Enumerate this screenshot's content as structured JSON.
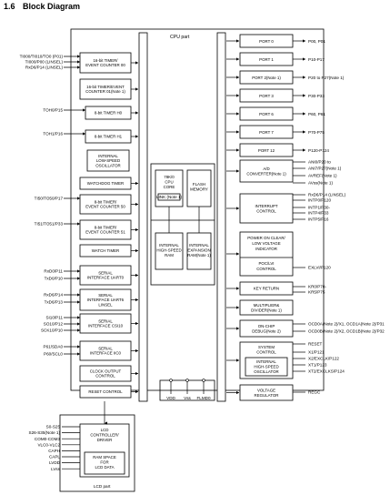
{
  "heading": {
    "number": "1.6",
    "title": "Block Diagram"
  },
  "cpu_part_label": "CPU part",
  "lcd_part_label": "LCD part",
  "left_blocks": [
    {
      "id": "tm00",
      "lines": [
        "16-bit TIMER/",
        "EVENT COUNTER 00"
      ],
      "pins": [
        "TI000/TI010/TO0 (P01)",
        "TI000/P00 (LINSEL)",
        "RxD6/P14 (LINSEL)"
      ]
    },
    {
      "id": "tm01",
      "lines": [
        "16-bit TIMER/EVENT",
        "COUNTER 01(Note 1)"
      ],
      "pins": []
    },
    {
      "id": "tmh0",
      "lines": [
        "8-bit TIMER H0"
      ],
      "pins": [
        "TOH0/P15"
      ]
    },
    {
      "id": "tmh1",
      "lines": [
        "8-bit TIMER H1"
      ],
      "pins": [
        "TOH1/P16"
      ]
    },
    {
      "id": "osc",
      "lines": [
        "INTERNAL",
        "LOW-SPEED",
        "OSCILLATOR"
      ],
      "pins": []
    },
    {
      "id": "wdt",
      "lines": [
        "WATCHDOG TIMER"
      ],
      "pins": []
    },
    {
      "id": "tm50",
      "lines": [
        "8-bit TIMER/",
        "EVENT COUNTER 50"
      ],
      "pins": [
        "TI50/TO50/P17"
      ]
    },
    {
      "id": "tm51",
      "lines": [
        "8-bit TIMER/",
        "EVENT COUNTER 51"
      ],
      "pins": [
        "TI51/TO51/P33"
      ]
    },
    {
      "id": "wt",
      "lines": [
        "WATCH TIMER"
      ],
      "pins": []
    },
    {
      "id": "uart0",
      "lines": [
        "SERIAL",
        "INTERFACE UART0"
      ],
      "pins": [
        "RxD0/P11",
        "TxD0/P10"
      ]
    },
    {
      "id": "uart6",
      "lines": [
        "SERIAL",
        "INTERFACE UART6",
        "LINSEL"
      ],
      "pins": [
        "RxD6/P14",
        "TxD6/P13"
      ]
    },
    {
      "id": "csi10",
      "lines": [
        "SERIAL",
        "INTERFACE CSI10"
      ],
      "pins": [
        "SI10/P11",
        "SO10/P12",
        "SCK10/P10"
      ]
    },
    {
      "id": "iic0",
      "lines": [
        "SERIAL",
        "INTERFACE IIC0"
      ],
      "pins": [
        "P61/SDA0",
        "P60/SCL0"
      ]
    },
    {
      "id": "clk",
      "lines": [
        "CLOCK OUTPUT",
        "CONTROL"
      ],
      "pins": []
    },
    {
      "id": "rst",
      "lines": [
        "RESET CONTROL"
      ],
      "pins": []
    }
  ],
  "cpu": {
    "core_lines": [
      "78K/0",
      "CPU",
      "CORE"
    ],
    "core_badge": "LINK (Note 1)",
    "flash_lines": [
      "FLASH",
      "MEMORY"
    ],
    "ram_lines": [
      "INTERNAL",
      "HIGH-SPEED",
      "RAM"
    ],
    "exp_ram_lines": [
      "INTERNAL",
      "EXPANSION",
      "RAM(Note 1)"
    ]
  },
  "ports": [
    {
      "label": "PORT 0",
      "pin": "P00, P01"
    },
    {
      "label": "PORT 1",
      "pin": "P10-P17"
    },
    {
      "label": "PORT 2(Note 1)",
      "pin": "P20 to P27(Note 1)"
    },
    {
      "label": "PORT 3",
      "pin": "P30-P33"
    },
    {
      "label": "PORT 6",
      "pin": "P60, P61"
    },
    {
      "label": "PORT 7",
      "pin": "P70-P75"
    },
    {
      "label": "PORT 12",
      "pin": "P120-P124"
    }
  ],
  "right_blocks": [
    {
      "id": "adc",
      "lines": [
        "A/D",
        "CONVERTER(Note 1)"
      ],
      "pins": [
        "ANI0/P20 to",
        "ANI7/P27(Note 1)",
        "AVREF(Note 1)",
        "AVss(Note 1)"
      ]
    },
    {
      "id": "intc",
      "lines": [
        "INTERRUPT",
        "CONTROL"
      ],
      "pins": [
        "RxD6/P14 (LINSEL)",
        "INTP0/P120",
        "INTP1/P30-",
        "INTP4/P33",
        "INTP5/P16"
      ]
    },
    {
      "id": "poc",
      "lines": [
        "POWER ON CLEAR/",
        "LOW VOLTAGE",
        "INDICATOR",
        "POC/LVI",
        "CONTROL"
      ],
      "pins": [
        "EXLVI/P120"
      ]
    },
    {
      "id": "key",
      "lines": [
        "KEY RETURN"
      ],
      "pins": [
        "KR0/P70-",
        "KR5/P75"
      ]
    },
    {
      "id": "mul",
      "lines": [
        "MULTIPLIER&",
        "DIVIDER(Note 1)"
      ],
      "pins": []
    },
    {
      "id": "dbg",
      "lines": [
        "ON-CHIP",
        "DEBUG(Note 2)"
      ],
      "pins": [
        "OCD0A(Note 2)/X1, OCD1A(Note 2)/P31",
        "OCD0B(Note 2)/X2, OCD1B(Note 2)/P32"
      ]
    },
    {
      "id": "sys",
      "lines": [
        "SYSTEM",
        "CONTROL"
      ],
      "pins": [
        "RESET",
        "X1/P121",
        "X2/EXCLK/P122",
        "XT1/P123",
        "XT2/EXCLKS/P124"
      ]
    },
    {
      "id": "vreg",
      "lines": [
        "VOLTAGE",
        "REGULATOR"
      ],
      "pins": [
        "REGC"
      ]
    }
  ],
  "sys_inner_lines": [
    "INTERNAL",
    "HIGH-SPEED",
    "OSCILLATOR"
  ],
  "power_pins": [
    "VDD",
    "Vss",
    "FLMD0"
  ],
  "lcd": {
    "lines": [
      "LCD",
      "CONTROLLER/",
      "DRIVER"
    ],
    "ram_lines": [
      "RAM SPACE",
      "FOR",
      "LCD DATA"
    ],
    "pins": [
      "S0-S25",
      "S26-S35(Note 1)",
      "COM0-COM3",
      "VLC0-VLC2",
      "CAPH",
      "CAPL",
      "LVDD",
      "LVss"
    ]
  }
}
